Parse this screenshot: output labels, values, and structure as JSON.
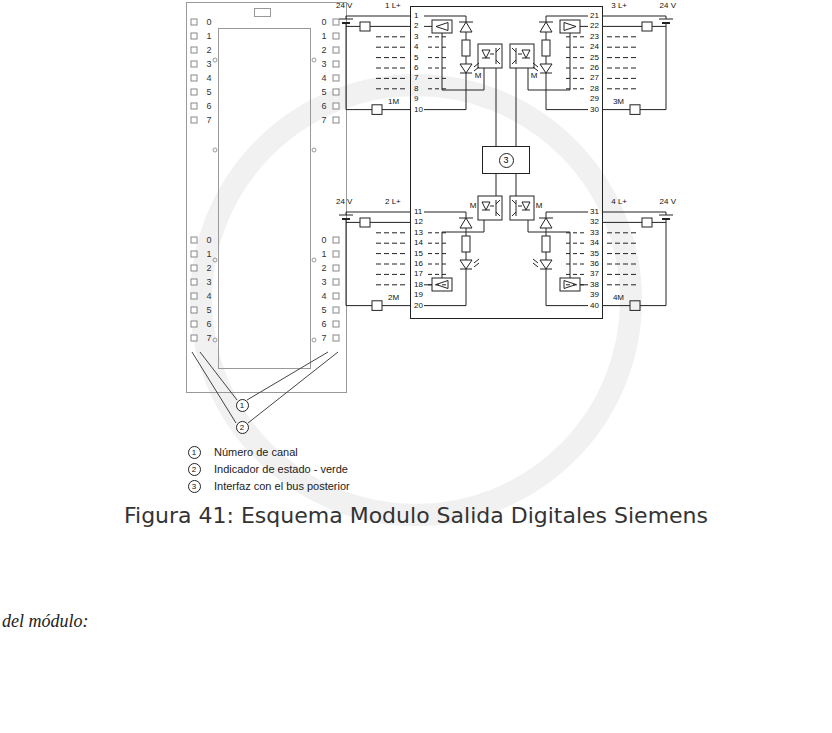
{
  "diagram": {
    "caption": "Figura 41: Esquema Modulo Salida Digitales Siemens",
    "nodes": [
      {
        "text": [
          "3"
        ]
      }
    ],
    "labels": [
      "0",
      "1",
      "2",
      "3",
      "4",
      "5",
      "6",
      "7",
      "0",
      "1",
      "2",
      "3",
      "4",
      "5",
      "6",
      "7",
      "0",
      "1",
      "2",
      "3",
      "4",
      "5",
      "6",
      "7",
      "0",
      "1",
      "2",
      "3",
      "4",
      "5",
      "6",
      "7",
      "1",
      "2",
      "1",
      "2",
      "3",
      "4",
      "5",
      "6",
      "7",
      "8",
      "9",
      "10",
      "11",
      "12",
      "13",
      "14",
      "15",
      "16",
      "17",
      "18",
      "19",
      "20",
      "21",
      "22",
      "23",
      "24",
      "25",
      "26",
      "27",
      "28",
      "29",
      "30",
      "31",
      "32",
      "33",
      "34",
      "35",
      "36",
      "37",
      "38",
      "39",
      "40",
      "24 V",
      "1 L+",
      "3 L+",
      "24 V",
      "24 V",
      "2 L+",
      "4 L+",
      "24 V",
      "1M",
      "2M",
      "3M",
      "4M",
      "M",
      "M",
      "M",
      "M",
      "1",
      "2",
      "3",
      "del módulo:"
    ],
    "legend": [
      {
        "text": "Número de canal"
      },
      {
        "text": "Indicador de estado - verde"
      },
      {
        "text": "Interfaz con el bus posterior"
      }
    ]
  }
}
